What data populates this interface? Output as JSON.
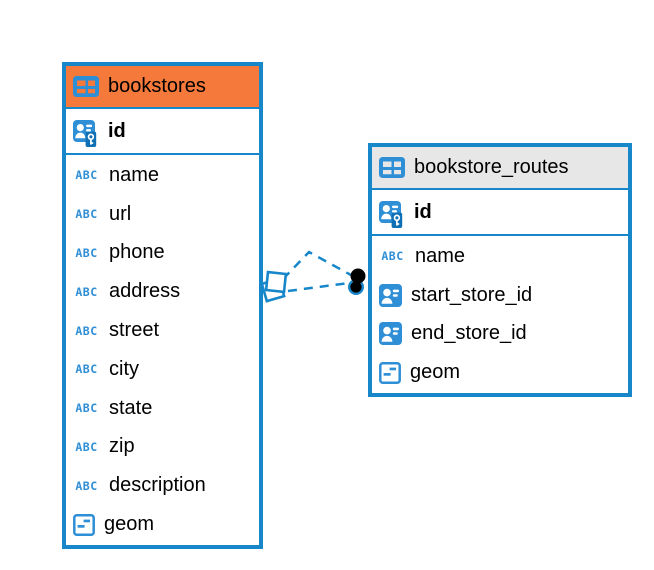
{
  "page": {
    "background": "#ffffff"
  },
  "colors": {
    "accent_blue": "#1787c9",
    "bookstores_header": "#f4793b",
    "routes_header": "#e7e7e7",
    "icon_blue": "#2e8ed6",
    "icon_dark_blue": "#0f6fb4",
    "text": "#000000"
  },
  "icons": {
    "text_type_glyph": "ABC"
  },
  "diagram": {
    "tables": [
      {
        "name": "bookstores",
        "header_color": "#f4793b",
        "columns": [
          {
            "name": "id",
            "type": "primary-key"
          },
          {
            "name": "name",
            "type": "text"
          },
          {
            "name": "url",
            "type": "text"
          },
          {
            "name": "phone",
            "type": "text"
          },
          {
            "name": "address",
            "type": "text"
          },
          {
            "name": "street",
            "type": "text"
          },
          {
            "name": "city",
            "type": "text"
          },
          {
            "name": "state",
            "type": "text"
          },
          {
            "name": "zip",
            "type": "text"
          },
          {
            "name": "description",
            "type": "text"
          },
          {
            "name": "geom",
            "type": "geometry"
          }
        ]
      },
      {
        "name": "bookstore_routes",
        "header_color": "#e7e7e7",
        "columns": [
          {
            "name": "id",
            "type": "primary-key"
          },
          {
            "name": "name",
            "type": "text"
          },
          {
            "name": "start_store_id",
            "type": "reference"
          },
          {
            "name": "end_store_id",
            "type": "reference"
          },
          {
            "name": "geom",
            "type": "geometry"
          }
        ]
      }
    ],
    "relationships": [
      {
        "from": "bookstores",
        "to": "bookstore_routes",
        "line_style": "dashed"
      },
      {
        "from": "bookstores",
        "to": "bookstore_routes",
        "line_style": "dashed"
      }
    ]
  }
}
